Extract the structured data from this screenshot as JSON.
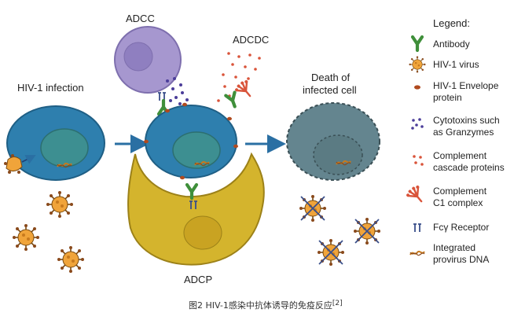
{
  "labels": {
    "adcc": "ADCC",
    "adcdc": "ADCDC",
    "hiv_infection": "HIV-1 infection",
    "death_line1": "Death of",
    "death_line2": "infected cell",
    "adcp": "ADCP"
  },
  "legend": {
    "title": "Legend:",
    "items": [
      {
        "icon": "antibody-icon",
        "lines": [
          "Antibody"
        ]
      },
      {
        "icon": "hiv-virus-icon",
        "lines": [
          "HIV-1 virus"
        ]
      },
      {
        "icon": "envelope-protein-icon",
        "lines": [
          "HIV-1 Envelope",
          "protein"
        ]
      },
      {
        "icon": "cytotoxin-dots-icon",
        "lines": [
          "Cytotoxins such",
          "as Granzymes"
        ]
      },
      {
        "icon": "complement-dots-icon",
        "lines": [
          "Complement",
          "cascade proteins"
        ]
      },
      {
        "icon": "c1-complex-icon",
        "lines": [
          "Complement",
          "C1 complex"
        ]
      },
      {
        "icon": "fc-receptor-icon",
        "lines": [
          "Fcγ Receptor"
        ]
      },
      {
        "icon": "provirus-dna-icon",
        "lines": [
          "Integrated",
          "provirus DNA"
        ]
      }
    ]
  },
  "caption": {
    "text": "图2 HIV-1感染中抗体诱导的免疫反应",
    "ref": "[2]"
  },
  "colors": {
    "cell_blue": "#2e7fae",
    "nucleus_teal": "#3d8f91",
    "dead_cell": "#64858f",
    "nk_purple": "#a697cf",
    "macrophage_yellow": "#d4b42d",
    "virus_orange": "#f0a43a",
    "antibody_green": "#3f8f3a",
    "fc_receptor": "#3a4f8a",
    "complement_red": "#d9543a",
    "cytotoxin_purple": "#4b3d99",
    "arrow_blue": "#2a6fa3"
  }
}
